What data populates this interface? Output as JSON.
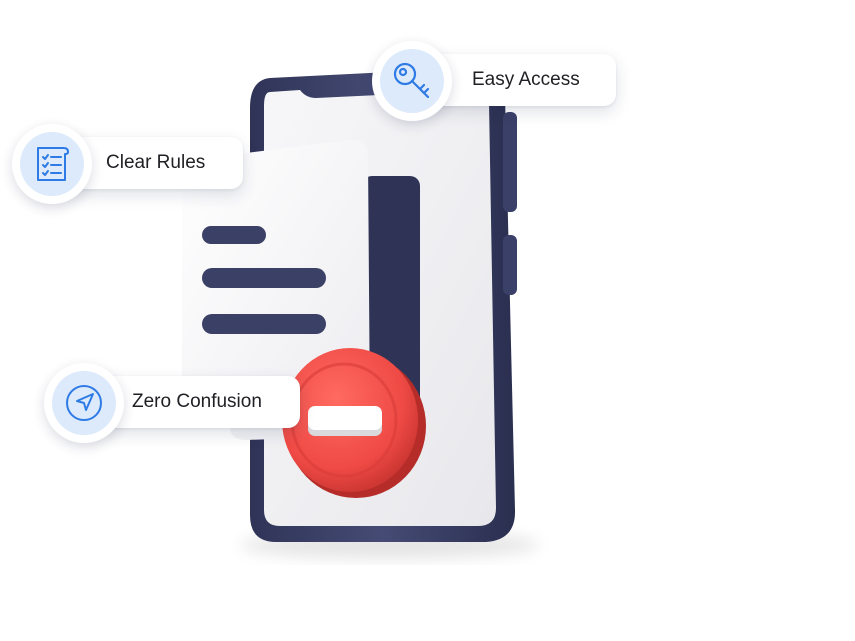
{
  "features": [
    {
      "label": "Easy Access",
      "icon": "key-icon"
    },
    {
      "label": "Clear Rules",
      "icon": "checklist-icon"
    },
    {
      "label": "Zero Confusion",
      "icon": "navigation-arrow-icon"
    }
  ],
  "colors": {
    "phone_body": "#3b4166",
    "phone_screen": "#f2f2f4",
    "document": "#f7f7f8",
    "doc_lines": "#3b4166",
    "stop_sign": "#ef4a45",
    "icon_badge_bg": "#dceafb",
    "icon_stroke": "#2f7be6"
  }
}
